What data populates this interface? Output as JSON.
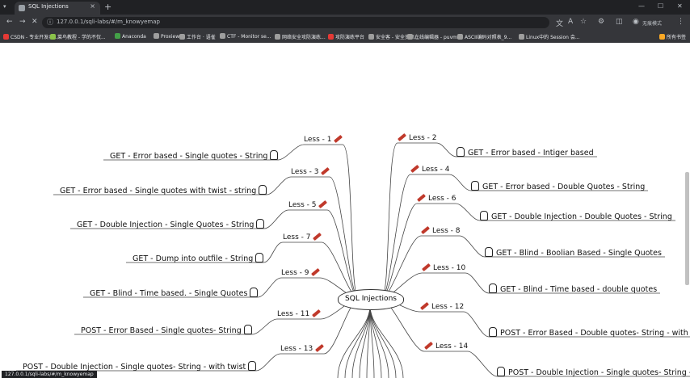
{
  "tab": {
    "title": "SQL Injections",
    "close": "×",
    "new": "+"
  },
  "nav": {
    "back": "←",
    "forward": "→",
    "reload": "✕"
  },
  "address": {
    "url": "127.0.0.1/sqli-labs/#/m_knowyemap"
  },
  "toolbar": {
    "profile_label": "无痕模式"
  },
  "bookmarks": [
    {
      "label": "CSDN - 专业开发者...",
      "color": "#e53935"
    },
    {
      "label": "菜鸟教程 - 学的不仅...",
      "color": "#8bc34a"
    },
    {
      "label": "Anaconda",
      "color": "#43a047"
    },
    {
      "label": "Proxiew",
      "color": "#9e9e9e"
    },
    {
      "label": "工作台 · 语雀",
      "color": "#9e9e9e"
    },
    {
      "label": "CTF - Monitor se...",
      "color": "#9e9e9e"
    },
    {
      "label": "网络安全攻防演练...",
      "color": "#9e9e9e"
    },
    {
      "label": "攻防演练平台",
      "color": "#e53935"
    },
    {
      "label": "安全客 - 安全资讯...",
      "color": "#9e9e9e"
    },
    {
      "label": "在线编辑器 - puvm...",
      "color": "#9e9e9e"
    },
    {
      "label": "ASCII编码对照表_9...",
      "color": "#9e9e9e"
    },
    {
      "label": "Linux中的 Session 会...",
      "color": "#9e9e9e"
    },
    {
      "label": "所有书签",
      "color": "#f9a825"
    }
  ],
  "mindmap": {
    "center": "SQL Injections",
    "left": [
      {
        "lesson": "Less - 1",
        "label": "GET - Error based - Single quotes - String"
      },
      {
        "lesson": "Less - 3",
        "label": "GET - Error based - Single quotes with twist - string"
      },
      {
        "lesson": "Less - 5",
        "label": "GET - Double Injection - Single Quotes - String"
      },
      {
        "lesson": "Less - 7",
        "label": "GET - Dump into outfile - String"
      },
      {
        "lesson": "Less - 9",
        "label": "GET - Blind - Time based. -  Single Quotes"
      },
      {
        "lesson": "Less - 11",
        "label": "POST - Error Based - Single quotes- String"
      },
      {
        "lesson": "Less - 13",
        "label": "POST - Double Injection - Single quotes- String - with twist"
      }
    ],
    "right": [
      {
        "lesson": "Less - 2",
        "label": "GET - Error based - Intiger based"
      },
      {
        "lesson": "Less - 4",
        "label": "GET - Error based - Double Quotes - String"
      },
      {
        "lesson": "Less - 6",
        "label": "GET - Double Injection - Double Quotes - String"
      },
      {
        "lesson": "Less - 8",
        "label": "GET - Blind - Boolian Based - Single Quotes"
      },
      {
        "lesson": "Less - 10",
        "label": "GET - Blind - Time based - double quotes"
      },
      {
        "lesson": "Less - 12",
        "label": "POST - Error Based - Double quotes- String - with twist"
      },
      {
        "lesson": "Less - 14",
        "label": "POST - Double Injection - Single quotes- String - with twist"
      }
    ]
  },
  "status_url": "127.0.0.1/sqli-labs/#/m_knowyemap"
}
